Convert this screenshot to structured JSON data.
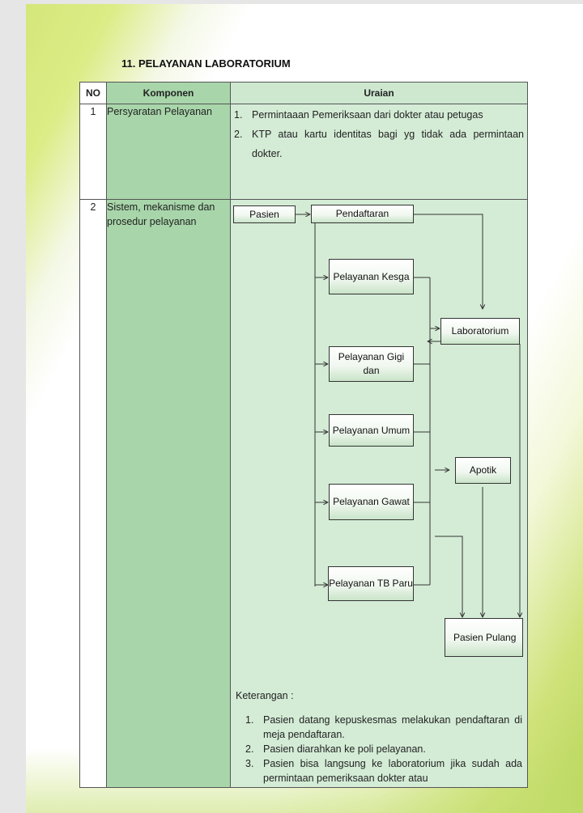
{
  "section_title": "11. PELAYANAN LABORATORIUM",
  "table": {
    "headers": [
      "NO",
      "Komponen",
      "Uraian"
    ],
    "rows": [
      {
        "no": "1",
        "komponen": "Persyaratan Pelayanan",
        "uraian": [
          {
            "num": "1.",
            "text": "Permintaaan Pemeriksaan dari dokter atau petugas"
          },
          {
            "num": "2.",
            "text": "KTP atau kartu identitas bagi yg tidak ada permintaan dokter."
          }
        ]
      },
      {
        "no": "2",
        "komponen": "Sistem, mekanisme dan prosedur pelayanan"
      }
    ]
  },
  "flowchart": {
    "nodes": {
      "pasien": "Pasien",
      "pendaftaran": "Pendaftaran",
      "kesga": "Pelayanan Kesga",
      "gigi": "Pelayanan Gigi dan",
      "umum": "Pelayanan Umum",
      "gawat": "Pelayanan Gawat",
      "tb": "Pelayanan TB Paru",
      "laboratorium": "Laboratorium",
      "apotik": "Apotik",
      "pulang": "Pasien Pulang"
    }
  },
  "keterangan": {
    "title": "Keterangan :",
    "items": [
      {
        "num": "1.",
        "text": "Pasien datang kepuskesmas melakukan pendaftaran di meja pendaftaran."
      },
      {
        "num": "2.",
        "text": "Pasien diarahkan ke poli pelayanan."
      },
      {
        "num": "3.",
        "text": "Pasien bisa langsung ke laboratorium jika sudah ada permintaan pemeriksaan dokter atau"
      }
    ]
  },
  "colors": {
    "komponen_column": "#a8d6aa",
    "uraian_column": "#d4ecd6",
    "page_accent": "#b7d65a"
  }
}
